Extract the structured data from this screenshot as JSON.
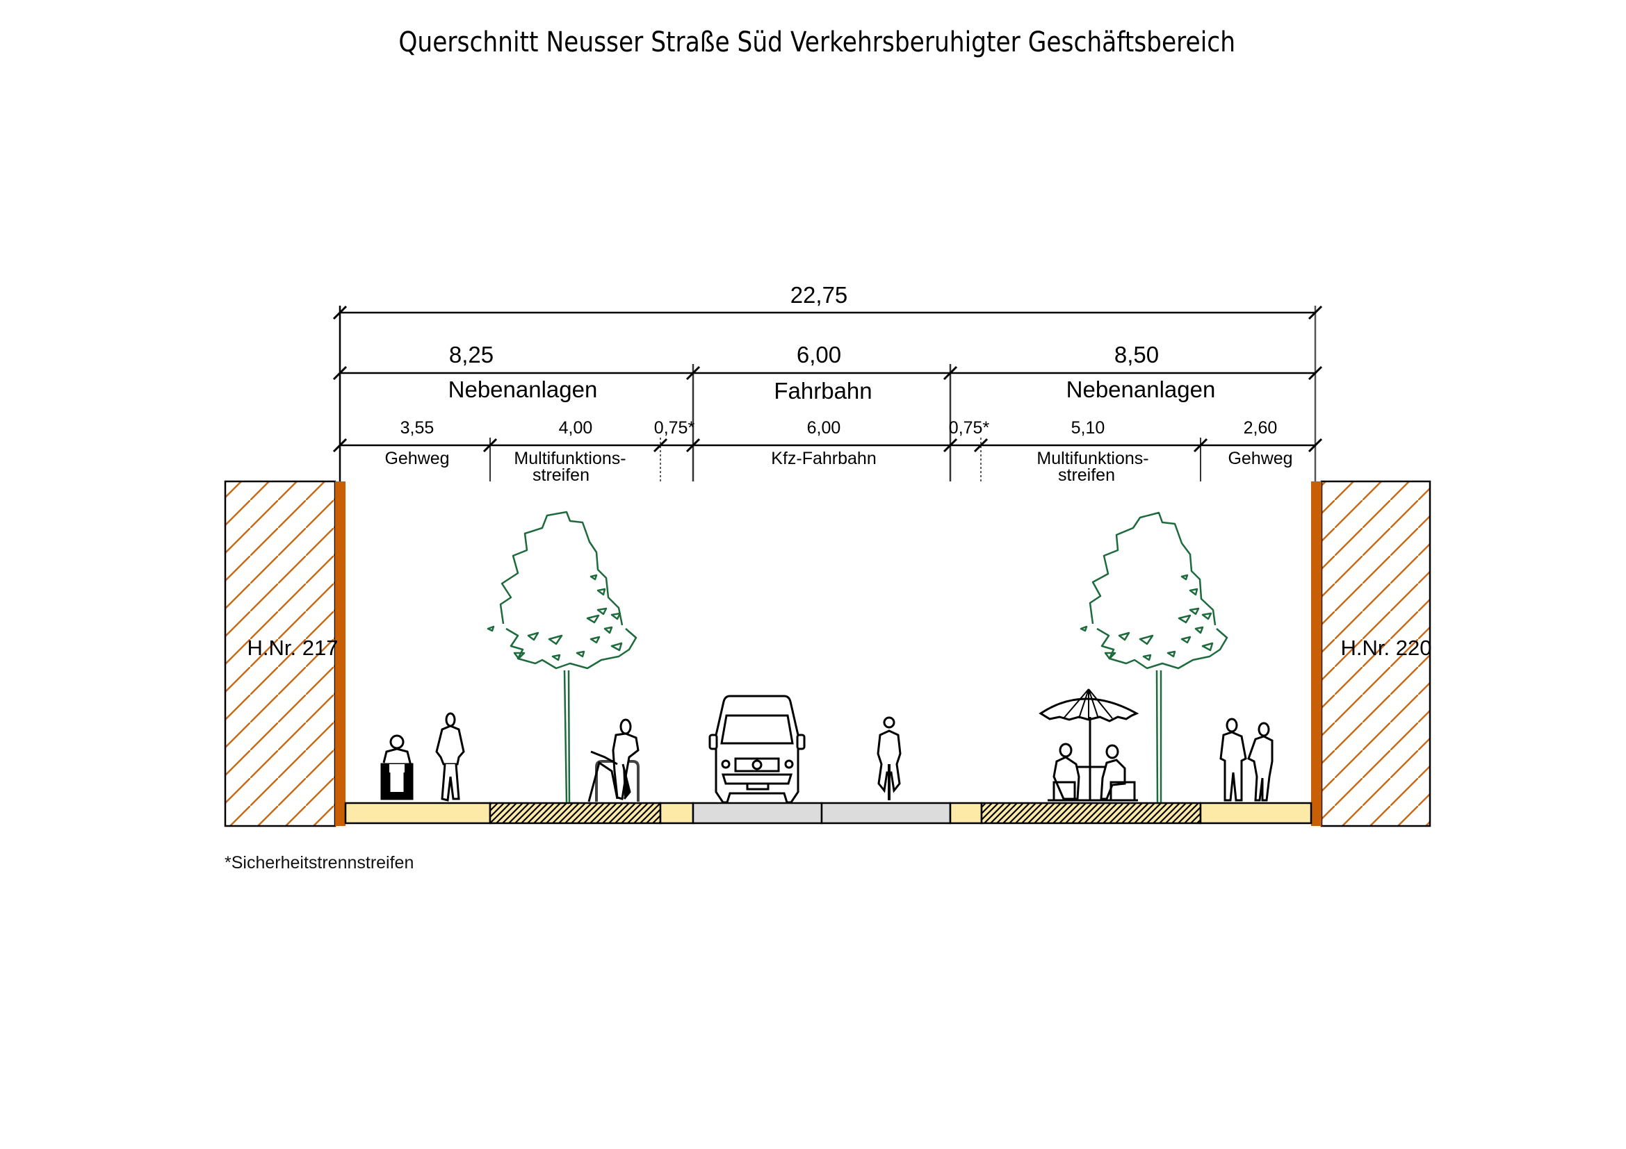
{
  "title": "Querschnitt Neusser Straße Süd Verkehrsberuhigter Geschäftsbereich",
  "dimensions": {
    "total": {
      "value": "22,75"
    },
    "groups": [
      {
        "value": "8,25",
        "label": "Nebenanlagen"
      },
      {
        "value": "6,00",
        "label": "Fahrbahn"
      },
      {
        "value": "8,50",
        "label": "Nebenanlagen"
      }
    ],
    "segments": [
      {
        "value": "3,55",
        "label": "Gehweg",
        "label2": ""
      },
      {
        "value": "4,00",
        "label": "Multifunktions-",
        "label2": "streifen"
      },
      {
        "value": "0,75*",
        "label": "",
        "label2": ""
      },
      {
        "value": "6,00",
        "label": "Kfz-Fahrbahn",
        "label2": ""
      },
      {
        "value": "0,75*",
        "label": "",
        "label2": ""
      },
      {
        "value": "5,10",
        "label": "Multifunktions-",
        "label2": "streifen"
      },
      {
        "value": "2,60",
        "label": "Gehweg",
        "label2": ""
      }
    ]
  },
  "buildings": {
    "left": {
      "label": "H.Nr. 217"
    },
    "right": {
      "label": "H.Nr. 220"
    }
  },
  "footnote": "*Sicherheitstrennstreifen",
  "colors": {
    "facade": "#c95f05",
    "hatch": "#c8691a",
    "sidewalk": "#fde9a8",
    "roadway": "#dcdcdc",
    "tree": "#1d6b3c",
    "line": "#000000"
  },
  "figures": [
    {
      "icon": "wheelchair-user-icon"
    },
    {
      "icon": "pedestrian-icon"
    },
    {
      "icon": "tree-icon"
    },
    {
      "icon": "person-with-bicycle-icon"
    },
    {
      "icon": "delivery-van-icon"
    },
    {
      "icon": "cyclist-icon"
    },
    {
      "icon": "cafe-umbrella-table-icon"
    },
    {
      "icon": "tree-icon"
    },
    {
      "icon": "couple-icon"
    }
  ]
}
